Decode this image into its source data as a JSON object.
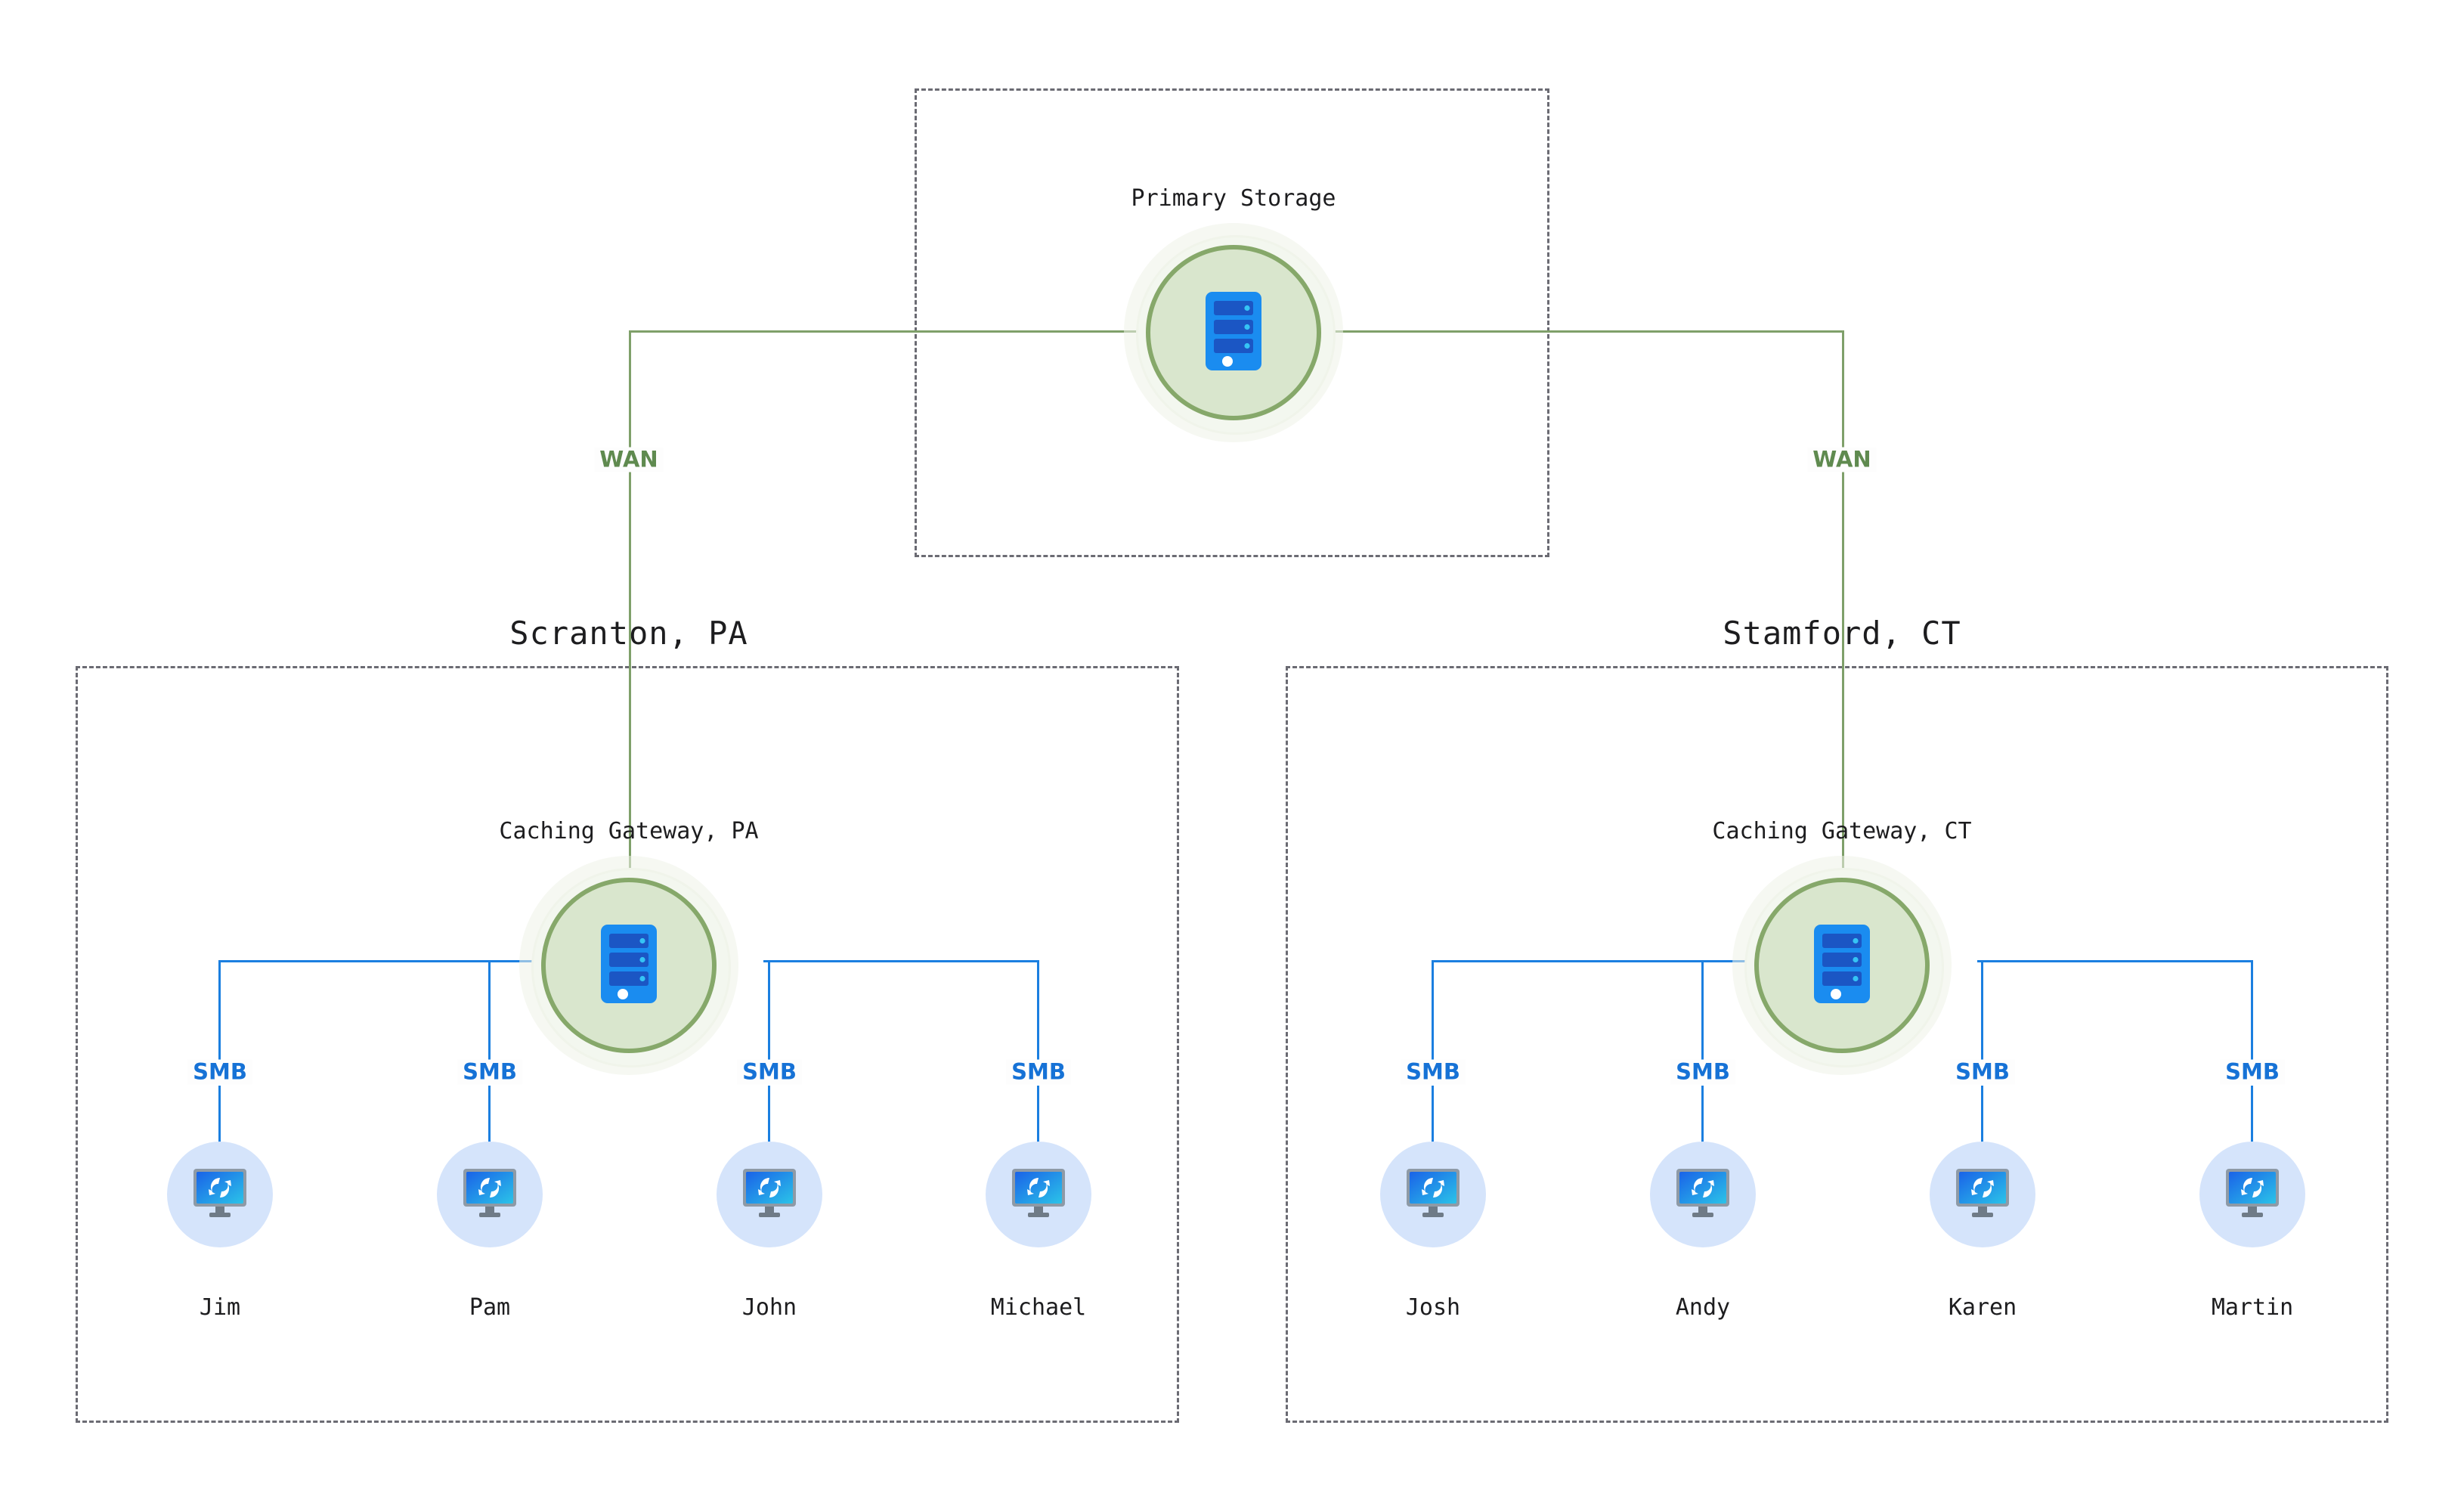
{
  "diagram": {
    "title_top": "Primary Storage",
    "colors": {
      "wan_link": "#7fa06a",
      "smb_link": "#1b7fe0",
      "server_ring": "#86a86a",
      "server_fill": "#d9e6cd",
      "client_fill": "#d5e4fb",
      "server_icon_blue": "#1a8cf0",
      "server_icon_bay": "#1b56c4",
      "group_border": "#6b6b73",
      "wan_label": "#5f8a4f",
      "smb_label": "#1672d6",
      "text": "#1d1d1f"
    }
  },
  "groups": [
    {
      "id": "top",
      "title": ""
    },
    {
      "id": "scranton",
      "title": "Scranton, PA"
    },
    {
      "id": "stamford",
      "title": "Stamford, CT"
    }
  ],
  "servers": [
    {
      "id": "primary",
      "label": "Primary Storage",
      "icon": "server-icon"
    },
    {
      "id": "gateway-pa",
      "label": "Caching Gateway, PA",
      "icon": "server-icon"
    },
    {
      "id": "gateway-ct",
      "label": "Caching Gateway, CT",
      "icon": "server-icon"
    }
  ],
  "wan_links": [
    {
      "id": "wan-left",
      "label": "WAN"
    },
    {
      "id": "wan-right",
      "label": "WAN"
    }
  ],
  "clients": {
    "scranton": [
      {
        "name": "Jim",
        "link": "SMB",
        "icon": "workstation-sync-icon"
      },
      {
        "name": "Pam",
        "link": "SMB",
        "icon": "workstation-sync-icon"
      },
      {
        "name": "John",
        "link": "SMB",
        "icon": "workstation-sync-icon"
      },
      {
        "name": "Michael",
        "link": "SMB",
        "icon": "workstation-sync-icon"
      }
    ],
    "stamford": [
      {
        "name": "Josh",
        "link": "SMB",
        "icon": "workstation-sync-icon"
      },
      {
        "name": "Andy",
        "link": "SMB",
        "icon": "workstation-sync-icon"
      },
      {
        "name": "Karen",
        "link": "SMB",
        "icon": "workstation-sync-icon"
      },
      {
        "name": "Martin",
        "link": "SMB",
        "icon": "workstation-sync-icon"
      }
    ]
  }
}
